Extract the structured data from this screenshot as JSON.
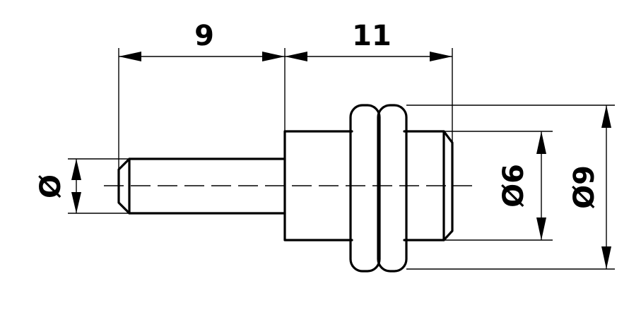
{
  "dimensions": {
    "pin_length": "9",
    "body_length": "11",
    "pin_diameter": "Ø",
    "body_diameter": "Ø6",
    "ring_diameter": "Ø9"
  },
  "colors": {
    "line": "#000000",
    "background": "#ffffff"
  }
}
